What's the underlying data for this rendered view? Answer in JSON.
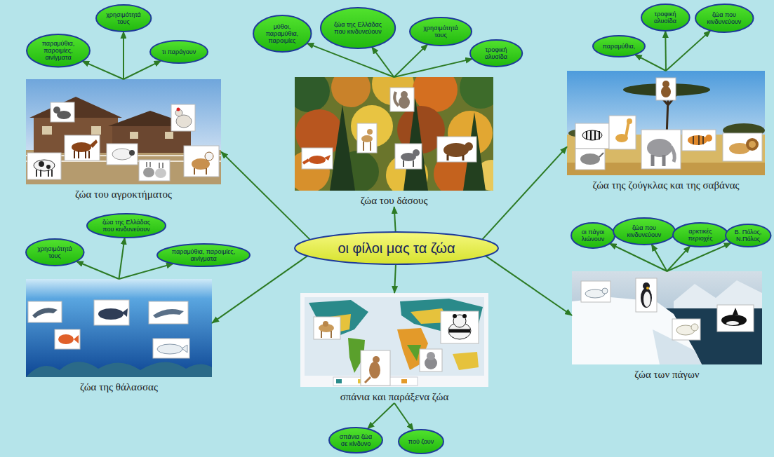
{
  "diagram": {
    "nodes": [
      {
        "text": [
          "οι φίλοι μας τα ζώα"
        ]
      },
      {
        "text": [
          "ζώα του αγροκτήματος"
        ]
      },
      {
        "text": [
          "παραμύθια, παροιμίες, αινίγματα"
        ]
      },
      {
        "text": [
          "χρησιμότητά τους"
        ]
      },
      {
        "text": [
          "τι παράγουν"
        ]
      },
      {
        "text": [
          "ζώα του δάσους"
        ]
      },
      {
        "text": [
          "μύθοι, παραμύθια, παροιμίες"
        ]
      },
      {
        "text": [
          "ζώα της Ελλάδας που κινδυνεύουν"
        ]
      },
      {
        "text": [
          "χρησιμότητά τους"
        ]
      },
      {
        "text": [
          "τροφική αλυσίδα"
        ]
      },
      {
        "text": [
          "ζώα της ζούγκλας και της σαβάνας"
        ]
      },
      {
        "text": [
          "παραμύθια,"
        ]
      },
      {
        "text": [
          "τροφική αλυσίδα"
        ]
      },
      {
        "text": [
          "ζώα που κινδυνεύουν"
        ]
      },
      {
        "text": [
          "ζώα της θάλασσας"
        ]
      },
      {
        "text": [
          "χρησιμότητά τους"
        ]
      },
      {
        "text": [
          "ζώα της Ελλάδας που κινδυνεύουν"
        ]
      },
      {
        "text": [
          "παραμύθια, παροιμίες, αινίγματα"
        ]
      },
      {
        "text": [
          "σπάνια και παράξενα ζώα"
        ]
      },
      {
        "text": [
          "σπάνια ζώα σε κίνδυνο"
        ]
      },
      {
        "text": [
          "πού ζουν"
        ]
      },
      {
        "text": [
          "ζώα των πάγων"
        ]
      },
      {
        "text": [
          "οι πάγοι λιώνουν"
        ]
      },
      {
        "text": [
          "ζώα που κινδυνεύουν"
        ]
      },
      {
        "text": [
          "αρκτικές περιοχές"
        ]
      },
      {
        "text": [
          "Β. Πόλος, Ν.Πόλος"
        ]
      }
    ],
    "edges": [
      {
        "from": 0,
        "to": 1,
        "arrow": "to"
      },
      {
        "from": 0,
        "to": 5,
        "arrow": "to"
      },
      {
        "from": 0,
        "to": 10,
        "arrow": "to"
      },
      {
        "from": 0,
        "to": 14,
        "arrow": "to"
      },
      {
        "from": 0,
        "to": 18,
        "arrow": "to"
      },
      {
        "from": 0,
        "to": 21,
        "arrow": "to"
      },
      {
        "from": 1,
        "to": 2,
        "arrow": "to"
      },
      {
        "from": 1,
        "to": 3,
        "arrow": "to"
      },
      {
        "from": 1,
        "to": 4,
        "arrow": "to"
      },
      {
        "from": 5,
        "to": 6,
        "arrow": "to"
      },
      {
        "from": 5,
        "to": 7,
        "arrow": "to"
      },
      {
        "from": 5,
        "to": 8,
        "arrow": "to"
      },
      {
        "from": 5,
        "to": 9,
        "arrow": "to"
      },
      {
        "from": 10,
        "to": 11,
        "arrow": "to"
      },
      {
        "from": 10,
        "to": 12,
        "arrow": "to"
      },
      {
        "from": 10,
        "to": 13,
        "arrow": "to"
      },
      {
        "from": 14,
        "to": 15,
        "arrow": "to"
      },
      {
        "from": 14,
        "to": 16,
        "arrow": "to"
      },
      {
        "from": 14,
        "to": 17,
        "arrow": "to"
      },
      {
        "from": 18,
        "to": 19,
        "arrow": "to"
      },
      {
        "from": 18,
        "to": 20,
        "arrow": "to"
      },
      {
        "from": 21,
        "to": 22,
        "arrow": "to"
      },
      {
        "from": 21,
        "to": 23,
        "arrow": "to"
      },
      {
        "from": 21,
        "to": 24,
        "arrow": "to"
      },
      {
        "from": 21,
        "to": 25,
        "arrow": "to"
      }
    ]
  }
}
